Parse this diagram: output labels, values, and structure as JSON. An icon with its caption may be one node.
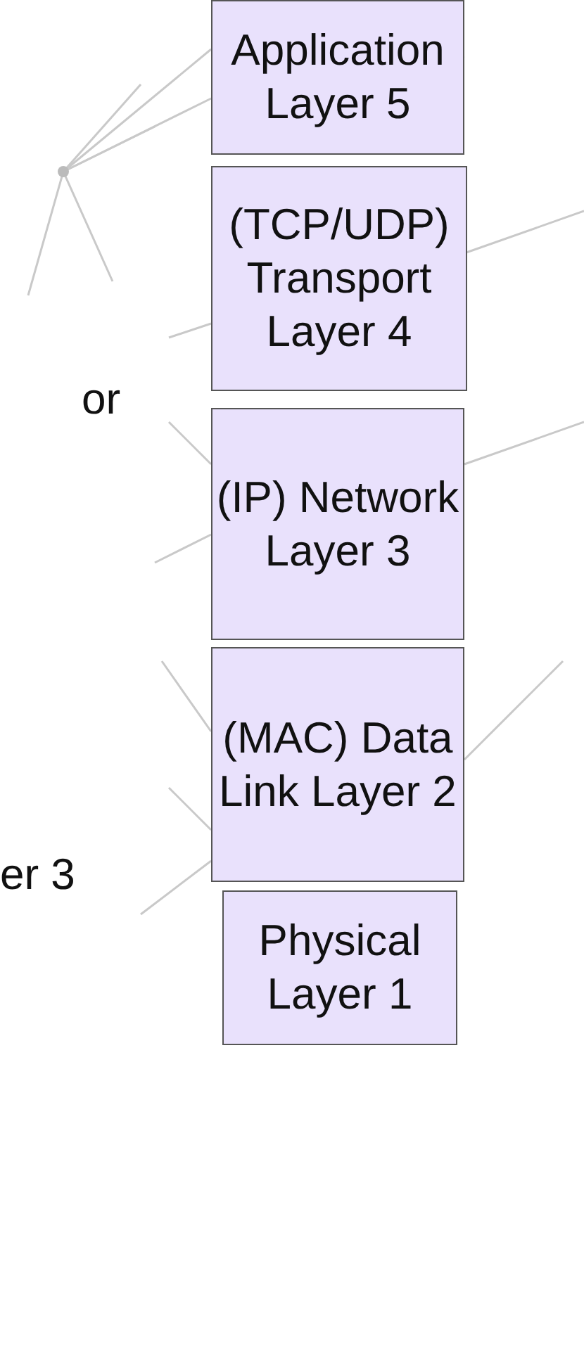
{
  "diagram": {
    "nodes": [
      {
        "text": [
          "Application Layer 5"
        ]
      },
      {
        "text": [
          "(TCP/UDP) Transport Layer 4"
        ]
      },
      {
        "text": [
          "(IP) Network Layer 3"
        ]
      },
      {
        "text": [
          "(MAC) Data Link Layer 2"
        ]
      },
      {
        "text": [
          "Physical Layer 1"
        ]
      }
    ],
    "labels": [
      "or",
      "er 3"
    ]
  }
}
